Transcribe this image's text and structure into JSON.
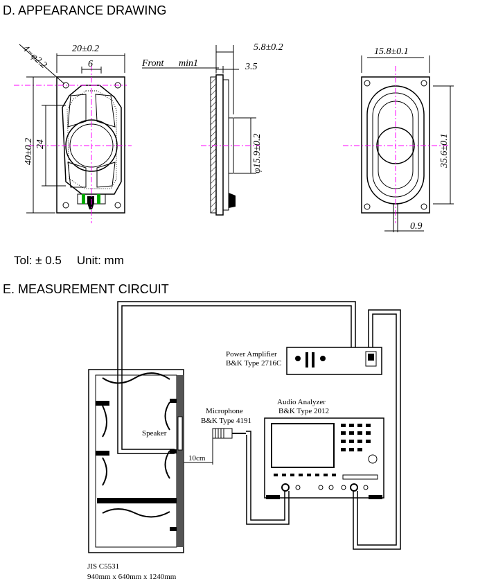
{
  "section_d": {
    "title": "D. APPEARANCE DRAWING",
    "tolerance": "Tol: ± 0.5",
    "unit": "Unit: mm",
    "front_view": {
      "hole_dim": "4−φ2.2",
      "width_dim": "20±0.2",
      "inner_width_dim": "6",
      "height_dim": "40±0.2",
      "inner_height_dim": "24"
    },
    "side_view": {
      "front_label": "Front",
      "min_label": "min1",
      "depth_dim": "5.8±0.2",
      "depth_inner_dim": "3.5",
      "diameter_dim": "φ15.9±0.2"
    },
    "back_view": {
      "width_dim": "15.8±0.1",
      "height_dim": "35.6±0.1",
      "wire_dim": "0.9"
    }
  },
  "section_e": {
    "title": "E. MEASUREMENT CIRCUIT",
    "power_amplifier": {
      "name": "Power Amplifier",
      "model": "B&K Type 2716C"
    },
    "microphone": {
      "name": "Microphone",
      "model": "B&K Type 4191"
    },
    "audio_analyzer": {
      "name": "Audio Analyzer",
      "model": "B&K Type 2012"
    },
    "speaker_label": "Speaker",
    "distance_label": "10cm",
    "baffle": {
      "standard": "JIS C5531",
      "size": "940mm x 640mm x 1240mm"
    }
  },
  "colors": {
    "centerline": "#ff00ff",
    "terminal": "#00aa00"
  }
}
